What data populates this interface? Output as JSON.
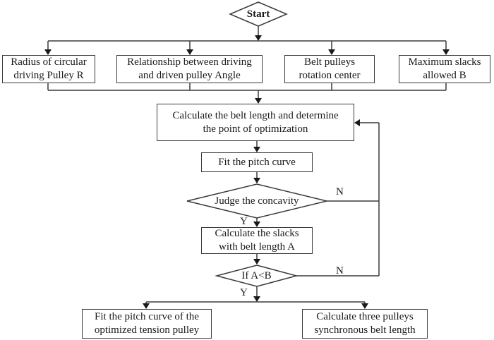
{
  "flowchart": {
    "start": "Start",
    "inputs": [
      {
        "line1": "Radius of circular",
        "line2": "driving Pulley R"
      },
      {
        "line1": "Relationship between driving",
        "line2": "and driven pulley Angle"
      },
      {
        "line1": "Belt pulleys",
        "line2": "rotation center"
      },
      {
        "line1": "Maximum slacks",
        "line2": "allowed B"
      }
    ],
    "calc_belt": {
      "line1": "Calculate the belt length and determine",
      "line2": "the point of optimization"
    },
    "fit_pitch": "Fit the pitch curve",
    "judge": "Judge the concavity",
    "judge_no": "N",
    "judge_yes": "Y",
    "calc_slacks": {
      "line1": "Calculate the slacks",
      "line2": "with belt length A"
    },
    "if_cond": "If A<B",
    "if_no": "N",
    "if_yes": "Y",
    "outputs": [
      {
        "line1": "Fit the pitch curve of the",
        "line2": "optimized tension pulley"
      },
      {
        "line1": "Calculate three pulleys",
        "line2": "synchronous belt length"
      }
    ]
  }
}
